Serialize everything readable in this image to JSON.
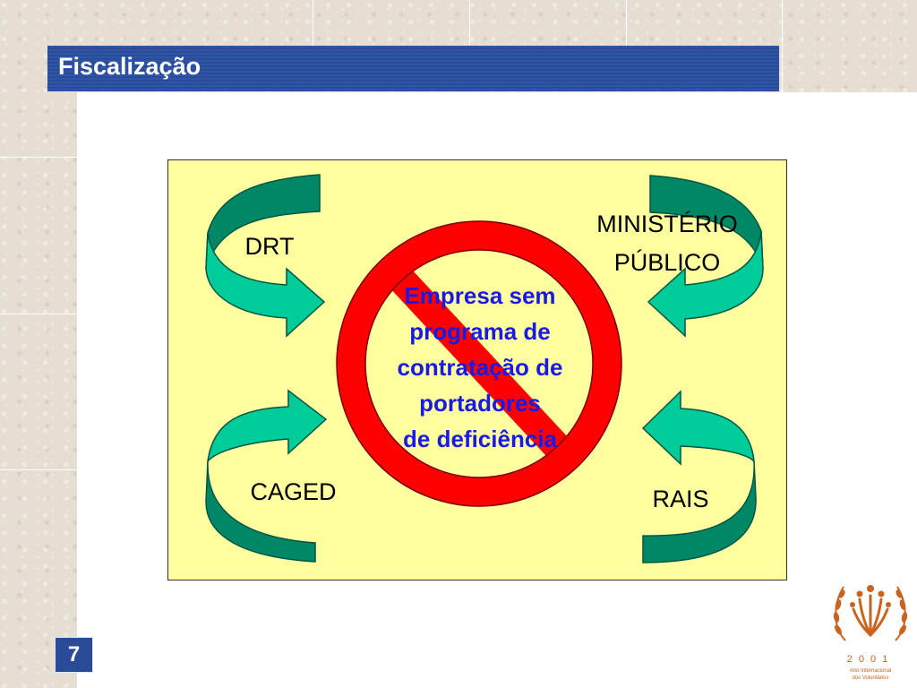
{
  "slide": {
    "title": "Fiscalização",
    "page_number": "7"
  },
  "diagram": {
    "center_lines": [
      "Empresa sem",
      "programa de",
      "contratação de",
      "portadores",
      "de deficiência"
    ],
    "labels": {
      "top_left": "DRT",
      "top_right_line1": "MINISTÉRIO",
      "top_right_line2": "PÚBLICO",
      "bottom_left": "CAGED",
      "bottom_right": "RAIS"
    }
  },
  "logo": {
    "year": "2001",
    "line1": "Ano Internacional",
    "line2": "dos Voluntários"
  },
  "colors": {
    "title_bar": "#2a4c98",
    "diagram_bg": "#ffffa0",
    "arrow_light": "#00cc99",
    "arrow_dark": "#008866",
    "no_sign": "#ff0000",
    "center_text": "#1a1ae6",
    "logo": "#c8641e"
  }
}
